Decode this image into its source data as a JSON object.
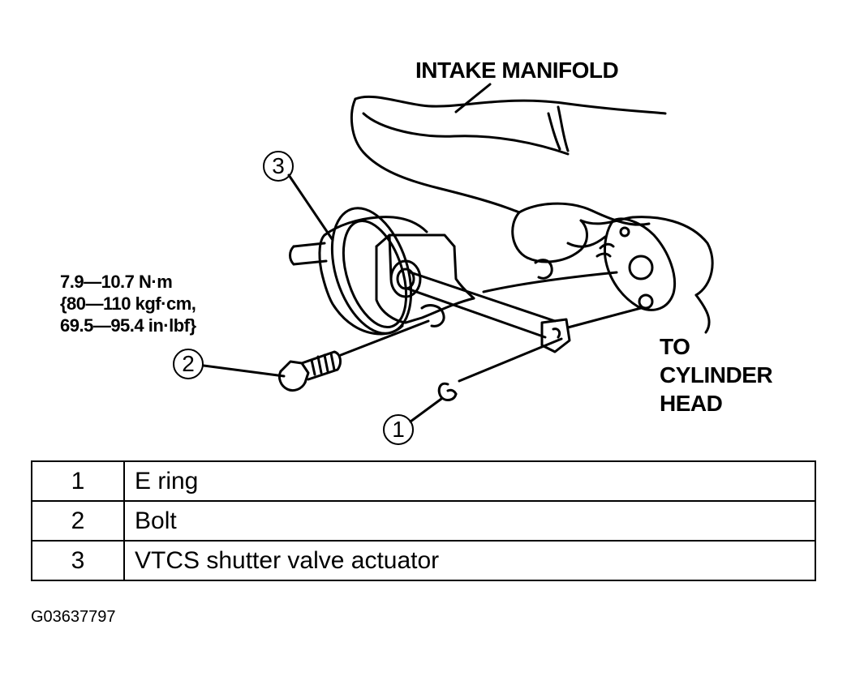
{
  "labels": {
    "intake_manifold": "INTAKE MANIFOLD",
    "cylinder_head": [
      "TO",
      "CYLINDER",
      "HEAD"
    ],
    "torque_spec": [
      "7.9—10.7 N·m",
      "{80—110 kgf·cm,",
      "69.5—95.4 in·lbf}"
    ]
  },
  "callouts": {
    "c1": "1",
    "c2": "2",
    "c3": "3"
  },
  "parts_table": [
    {
      "number": "1",
      "description": "E ring"
    },
    {
      "number": "2",
      "description": "Bolt"
    },
    {
      "number": "3",
      "description": "VTCS shutter valve actuator"
    }
  ],
  "figure_id": "G03637797"
}
